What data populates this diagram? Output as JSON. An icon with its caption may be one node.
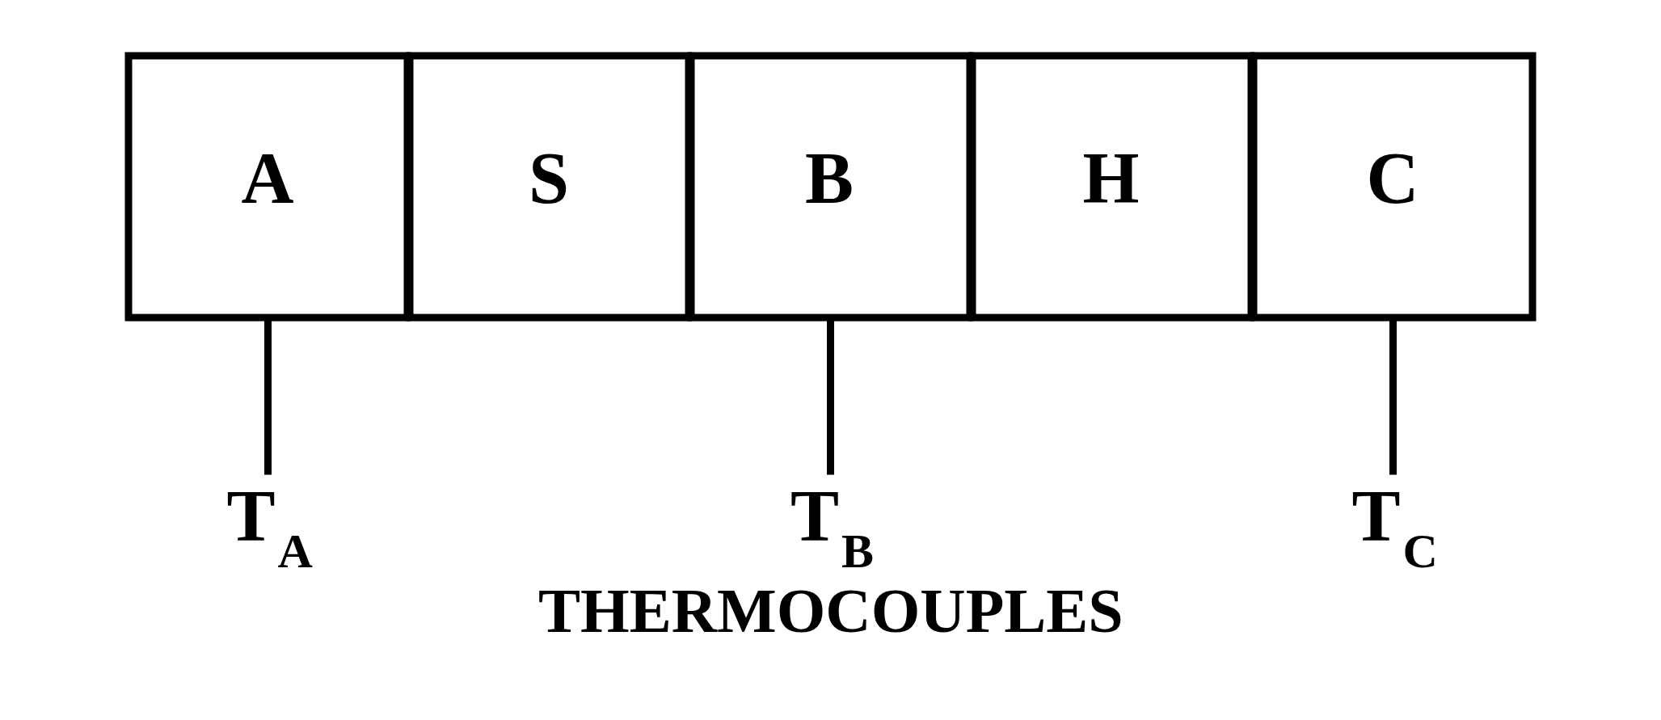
{
  "diagram": {
    "caption": "THERMOCOUPLES",
    "nodes": [
      {
        "text": [
          "A"
        ]
      },
      {
        "text": [
          "S"
        ]
      },
      {
        "text": [
          "B"
        ]
      },
      {
        "text": [
          "H"
        ]
      },
      {
        "text": [
          "C"
        ]
      },
      {
        "text": [
          "T$_{A}$"
        ]
      },
      {
        "text": [
          "T$_{B}$"
        ]
      },
      {
        "text": [
          "T$_{C}$"
        ]
      }
    ],
    "edges": [
      {
        "from": 5,
        "to": 0,
        "arrow": "none"
      },
      {
        "from": 6,
        "to": 2,
        "arrow": "none"
      },
      {
        "from": 7,
        "to": 4,
        "arrow": "none"
      }
    ]
  }
}
